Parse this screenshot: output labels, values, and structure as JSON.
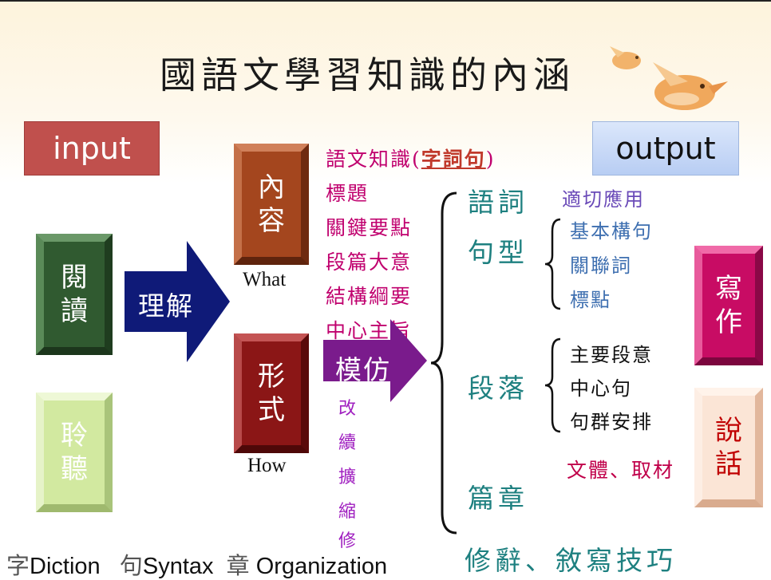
{
  "title": "國語文學習知識的內涵",
  "input_label": "input",
  "output_label": "output",
  "inputs": {
    "read": [
      "閱",
      "讀"
    ],
    "listen": [
      "聆",
      "聽"
    ]
  },
  "outputs": {
    "write": [
      "寫",
      "作"
    ],
    "speak": [
      "說",
      "話"
    ]
  },
  "comprehension_label": "理解",
  "imitation_label": "模仿",
  "content_box": {
    "chars": [
      "內",
      "容"
    ],
    "caption": "What"
  },
  "form_box": {
    "chars": [
      "形",
      "式"
    ],
    "caption": "How"
  },
  "content_items": {
    "first_prefix": "語文知識(",
    "first_underlined": "字詞句",
    "first_suffix": ")",
    "rest": [
      "標題",
      "關鍵要點",
      "段篇大意",
      "結構綱要",
      "中心主旨"
    ]
  },
  "imitation_methods": [
    "改",
    "續",
    "擴",
    "縮",
    "修"
  ],
  "levels": {
    "words": "語詞",
    "sentence": "句型",
    "paragraph": "段落",
    "chapter": "篇章",
    "rhetoric": "修辭、敘寫技巧"
  },
  "words_note": "適切應用",
  "sentence_items": [
    "基本構句",
    "關聯詞",
    "標點"
  ],
  "paragraph_items": [
    "主要段意",
    "中心句",
    "句群安排"
  ],
  "chapter_note": "文體、取材",
  "footer": {
    "diction_char": "字",
    "diction": "Diction",
    "syntax_char": "句",
    "syntax": "Syntax",
    "organization_char": "章",
    "organization": "Organization"
  },
  "colors": {
    "input_red": "#c0504d",
    "content_brown": "#a4461e",
    "form_maroon": "#8b1616",
    "arrow_navy": "#0f1a78",
    "arrow_purple": "#7a1b8c",
    "text_magenta": "#c0006e",
    "text_teal": "#1e8080",
    "text_blue": "#3e6fb0",
    "write_pink": "#c80c64"
  }
}
